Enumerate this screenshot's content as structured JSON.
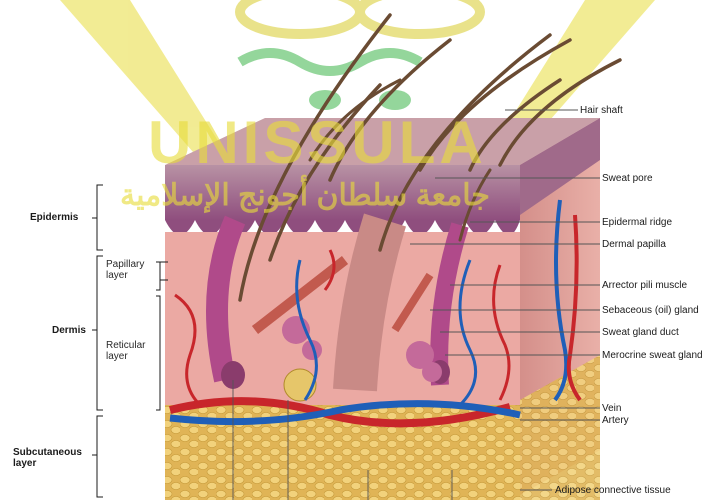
{
  "watermark": {
    "latin": "UNISSULA",
    "arabic": "جامعة سلطان أجونج الإسلامية",
    "color": "#e8dc3c"
  },
  "left_labels": {
    "epidermis": "Epidermis",
    "dermis": "Dermis",
    "subcutaneous": "Subcutaneous\nlayer",
    "papillary": "Papillary\nlayer",
    "reticular": "Reticular\nlayer"
  },
  "right_labels": [
    "Hair shaft",
    "Sweat pore",
    "Epidermal ridge",
    "Dermal papilla",
    "Arrector pili muscle",
    "Sebaceous (oil) gland",
    "Sweat gland duct",
    "Merocrine sweat gland",
    "Vein",
    "Artery",
    "Adipose connective tissue"
  ],
  "colors": {
    "epidermis": "#a85f8c",
    "dermis": "#eaa7a2",
    "fat": "#e7c46a",
    "artery": "#c8262b",
    "vein": "#1f5fb8",
    "hair": "#6a4b33"
  }
}
